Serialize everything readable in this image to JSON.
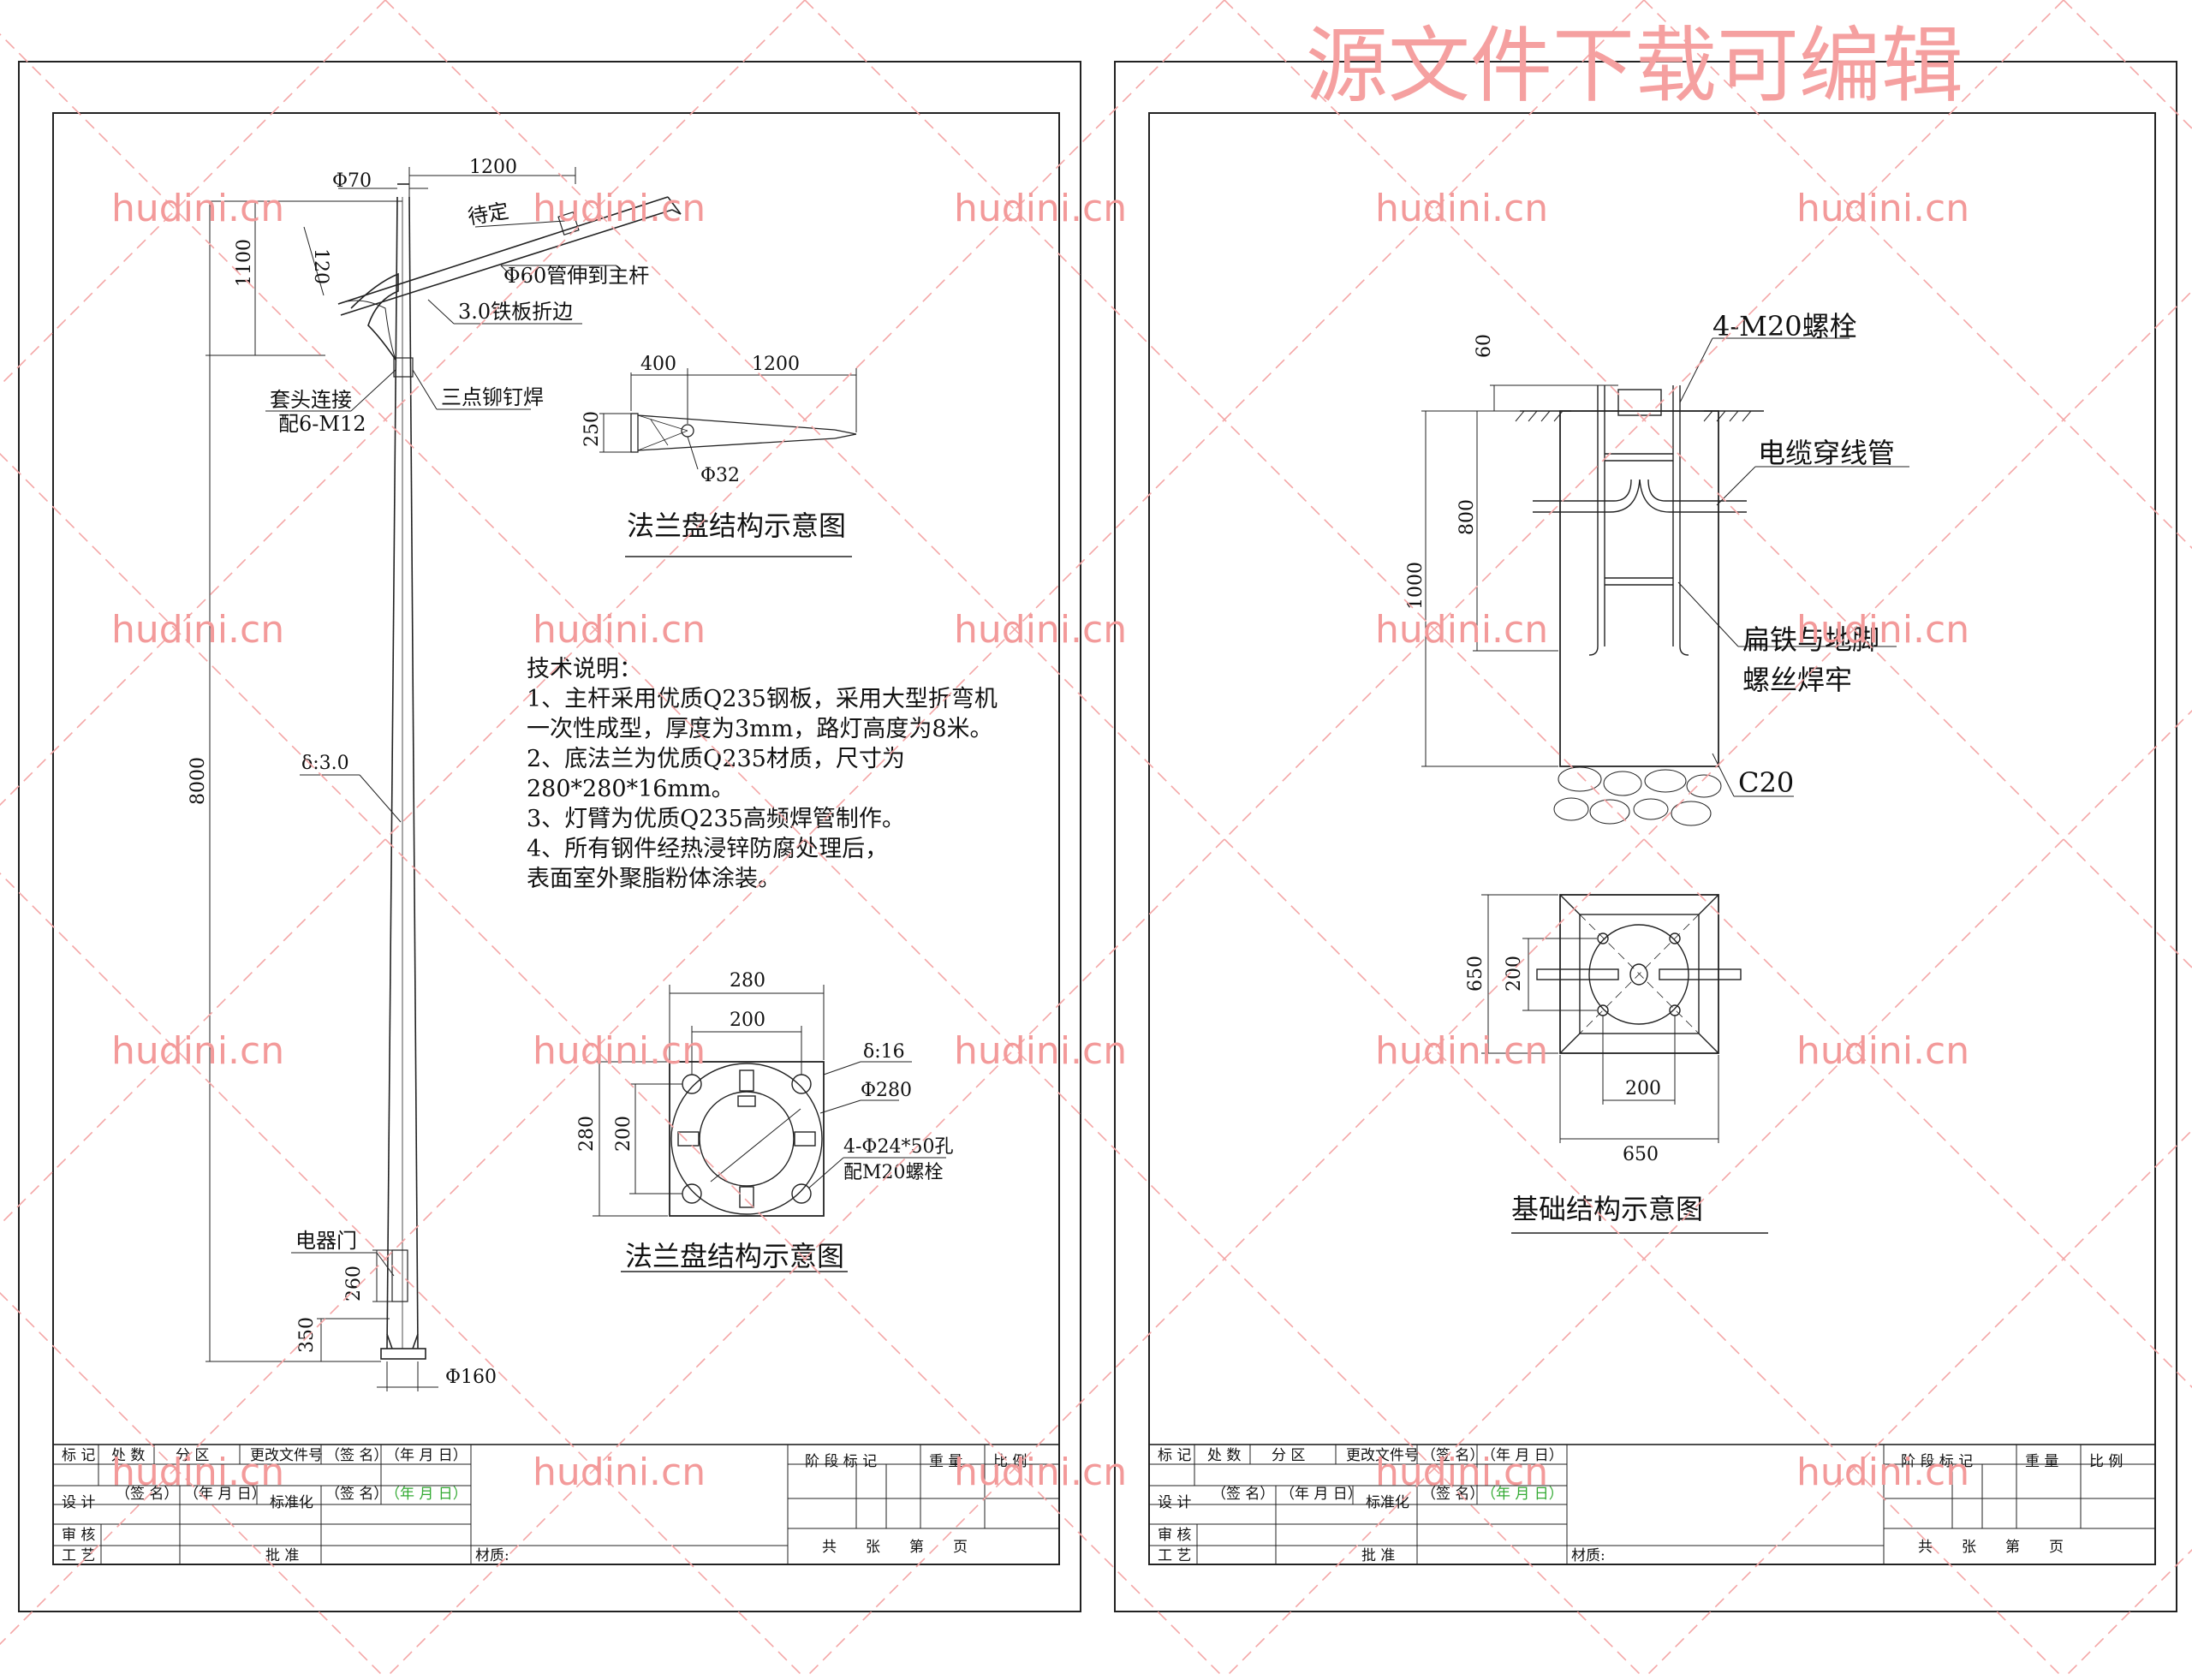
{
  "watermark": {
    "site": "hudini.cn",
    "banner": "源文件下载可编辑"
  },
  "left_sheet": {
    "pole": {
      "phi70": "Φ70",
      "d1200": "1200",
      "d120": "120",
      "d1100": "1100",
      "pending": "待定",
      "pipe_label": "Φ60管伸到主杆",
      "plate_label": "3.0铁板折边",
      "sleeve_label": "套头连接",
      "sleeve_bolts": "配6-M12",
      "rivet_label": "三点铆钉焊",
      "d8000": "8000",
      "thickness": "δ:3.0",
      "door_label": "电器门",
      "d260": "260",
      "d350": "350",
      "phi160": "Φ160"
    },
    "arm_detail": {
      "d400": "400",
      "d1200": "1200",
      "d250": "250",
      "phi32": "Φ32",
      "title": "法兰盘结构示意图"
    },
    "notes": {
      "heading": "技术说明：",
      "lines": [
        "1、主杆采用优质Q235钢板，采用大型折弯机",
        "一次性成型，厚度为3mm，路灯高度为8米。",
        "2、底法兰为优质Q235材质，尺寸为",
        "280*280*16mm。",
        "3、灯臂为优质Q235高频焊管制作。",
        "4、所有钢件经热浸锌防腐处理后，",
        "表面室外聚脂粉体涂装。"
      ]
    },
    "flange": {
      "d280_top": "280",
      "d200_top": "200",
      "d280_left": "280",
      "d200_left": "200",
      "thickness": "δ:16",
      "phi280": "Φ280",
      "holes": "4-Φ24*50孔",
      "bolts": "配M20螺栓",
      "title": "法兰盘结构示意图"
    }
  },
  "right_sheet": {
    "foundation": {
      "bolts": "4-M20螺栓",
      "d60": "60",
      "d800": "800",
      "d1000": "1000",
      "cable": "电缆穿线管",
      "flat_iron_1": "扁铁与地脚",
      "flat_iron_2": "螺丝焊牢",
      "concrete": "C20"
    },
    "plan": {
      "d650_left": "650",
      "d200_left": "200",
      "d200_bottom": "200",
      "d650_bottom": "650",
      "title": "基础结构示意图"
    }
  },
  "title_block": {
    "mark": "标 记",
    "count": "处 数",
    "zone": "分 区",
    "doc": "更改文件号",
    "sign": "（签 名）",
    "date": "（年 月 日）",
    "design": "设 计",
    "standard": "标准化",
    "review": "审 核",
    "process": "工 艺",
    "approve": "批 准",
    "material": "材质:",
    "stage": "阶 段 标 记",
    "weight": "重 量",
    "scale": "比 例",
    "sheets": "共　　张　　第　　页"
  }
}
